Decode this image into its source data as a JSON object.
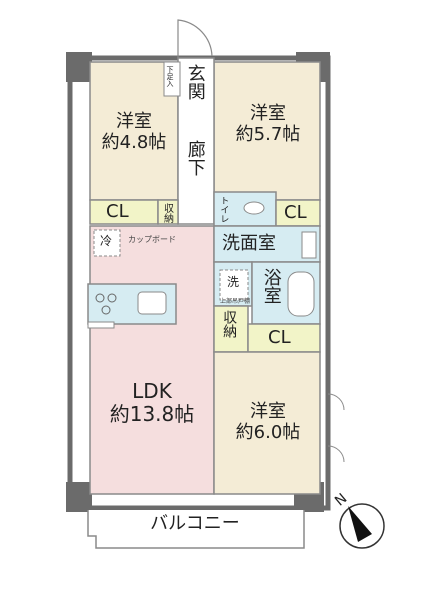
{
  "rooms": {
    "western1": {
      "name": "洋室",
      "size": "約4.8帖"
    },
    "western2": {
      "name": "洋室",
      "size": "約5.7帖"
    },
    "western3": {
      "name": "洋室",
      "size": "約6.0帖"
    },
    "ldk": {
      "name": "LDK",
      "size": "約13.8帖"
    },
    "genkan": "玄関",
    "rouka": "廊下",
    "senmen": "洗面室",
    "yokushitsu": "浴室",
    "toilet": "トイレ",
    "balcony": "バルコニー"
  },
  "storage": {
    "cl1": "CL",
    "cl2": "CL",
    "cl3": "CL",
    "shuno1": "収納",
    "shuno2": "収納",
    "shita_shuno": "下足入"
  },
  "fixtures": {
    "fridge": "冷",
    "cupboard": "カップボード",
    "washer": "洗",
    "washer_pan": "上部吊戸棚"
  },
  "compass": {
    "label": "N"
  },
  "colors": {
    "wall": "#6b6b6b",
    "wood_floor": "#f4ecd6",
    "ldk_floor": "#f5dede",
    "wet_area": "#d6ecf2",
    "storage": "#f2f4c8",
    "hall": "#ffffff"
  }
}
